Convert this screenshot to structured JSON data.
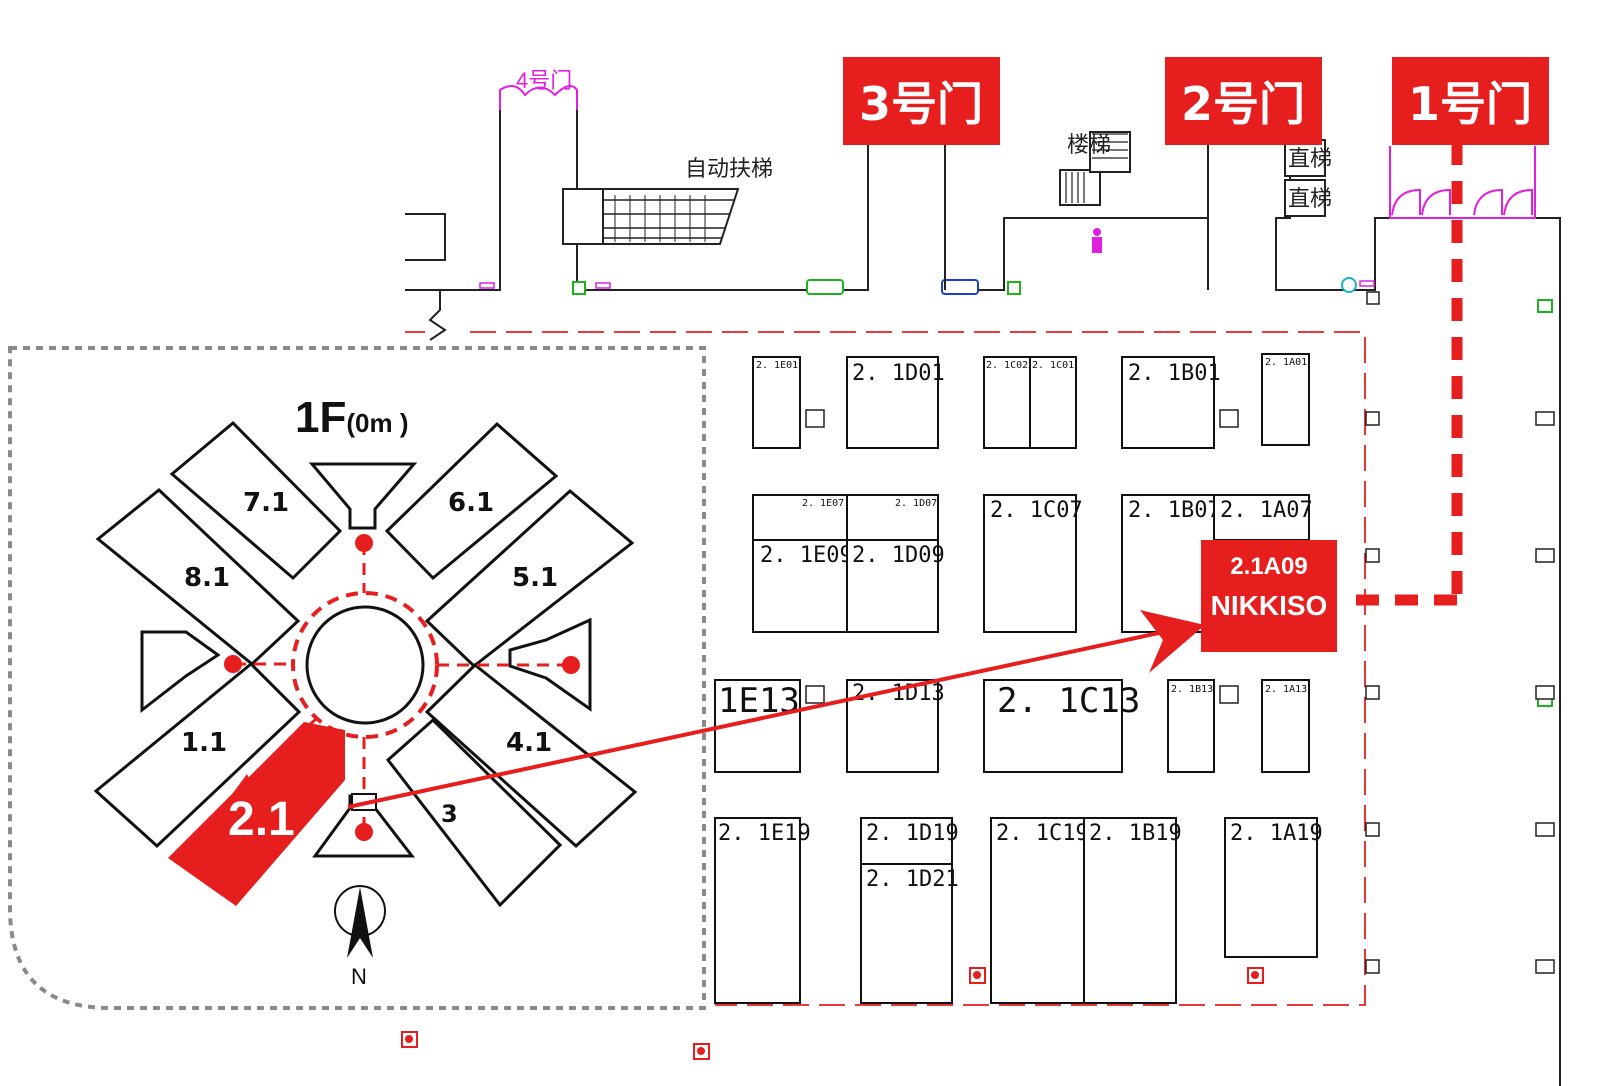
{
  "colors": {
    "accent": "#e61e1e",
    "line": "#111111",
    "fixture_magenta": "#e020e0",
    "fixture_green": "#1fb21f",
    "fixture_blue": "#1a3fd0"
  },
  "gates": [
    {
      "id": "gate-3",
      "label": "3号门"
    },
    {
      "id": "gate-2",
      "label": "2号门"
    },
    {
      "id": "gate-1",
      "label": "1号门"
    }
  ],
  "facilities": {
    "gate4": "4号门",
    "escalator": "自动扶梯",
    "stairs": "楼梯",
    "elevator_1": "直梯",
    "elevator_2": "直梯"
  },
  "booths": {
    "E01": "2. 1E01",
    "D01": "2. 1D01",
    "C02": "2. 1C02",
    "C01": "2. 1C01",
    "B01": "2. 1B01",
    "A01": "2. 1A01",
    "E07": "2. 1E07",
    "D07": "2. 1D07",
    "E09": "2. 1E09",
    "D09": "2. 1D09",
    "C07": "2. 1C07",
    "B07": "2. 1B07",
    "A07": "2. 1A07",
    "E13": "1E13",
    "D13": "2. 1D13",
    "C13": "2. 1C13",
    "B13": "2. 1B13",
    "A13": "2. 1A13",
    "E19": "2. 1E19",
    "D19": "2. 1D19",
    "D21": "2. 1D21",
    "C19": "2. 1C19",
    "B19": "2. 1B19",
    "A19": "2. 1A19"
  },
  "highlight": {
    "booth": "2.1A09",
    "company": "NIKKISO"
  },
  "inset": {
    "floor": "1F",
    "floor_sub": "(0m )",
    "halls": [
      "7.1",
      "6.1",
      "8.1",
      "5.1",
      "1.1",
      "4.1",
      "2.1",
      "3"
    ],
    "north": "N",
    "current_hall": "2.1"
  }
}
